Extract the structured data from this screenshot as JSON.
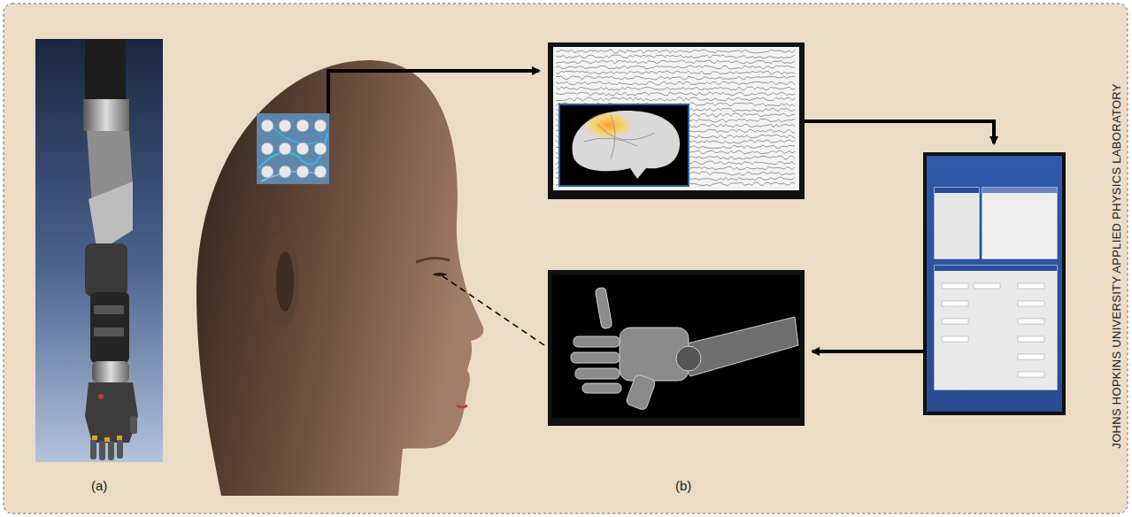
{
  "diagram": {
    "labels": [
      "(a)",
      "(b)",
      "JOHNS HOPKINS UNIVERSITY APPLIED PHYSICS LABORATORY"
    ]
  }
}
